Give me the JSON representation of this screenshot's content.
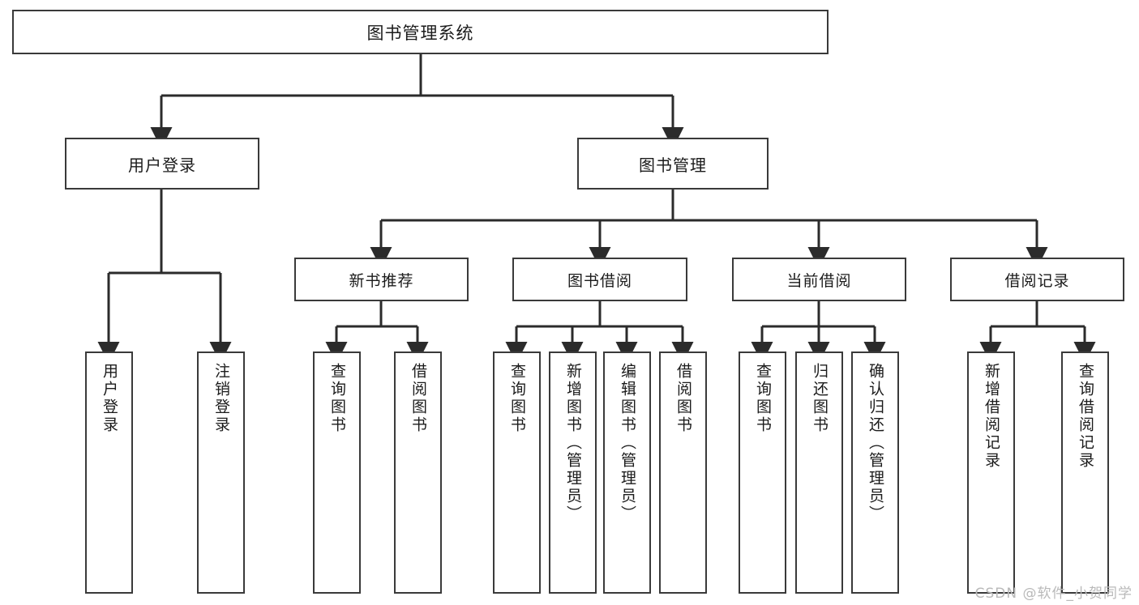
{
  "diagram": {
    "title": "图书管理系统",
    "watermark": "CSDN @软件_小贺同学",
    "colors": {
      "box_border": "#3a3a3a",
      "edge": "#2b2b2b",
      "background": "#ffffff",
      "text": "#1b1b1b",
      "watermark": "#b9b9b9"
    },
    "root": {
      "label": "图书管理系统"
    },
    "level1": [
      {
        "label": "用户登录"
      },
      {
        "label": "图书管理"
      }
    ],
    "level2": [
      {
        "label": "新书推荐"
      },
      {
        "label": "图书借阅"
      },
      {
        "label": "当前借阅"
      },
      {
        "label": "借阅记录"
      }
    ],
    "leaves": {
      "user_login": [
        {
          "label": "用户登录"
        },
        {
          "label": "注销登录"
        }
      ],
      "new_book_recommend": [
        {
          "label": "查询图书"
        },
        {
          "label": "借阅图书"
        }
      ],
      "book_borrow": [
        {
          "label": "查询图书"
        },
        {
          "label": "新增图书（管理员）"
        },
        {
          "label": "编辑图书（管理员）"
        },
        {
          "label": "借阅图书"
        }
      ],
      "current_borrow": [
        {
          "label": "查询图书"
        },
        {
          "label": "归还图书"
        },
        {
          "label": "确认归还（管理员）"
        }
      ],
      "borrow_record": [
        {
          "label": "新增借阅记录"
        },
        {
          "label": "查询借阅记录"
        }
      ]
    }
  }
}
